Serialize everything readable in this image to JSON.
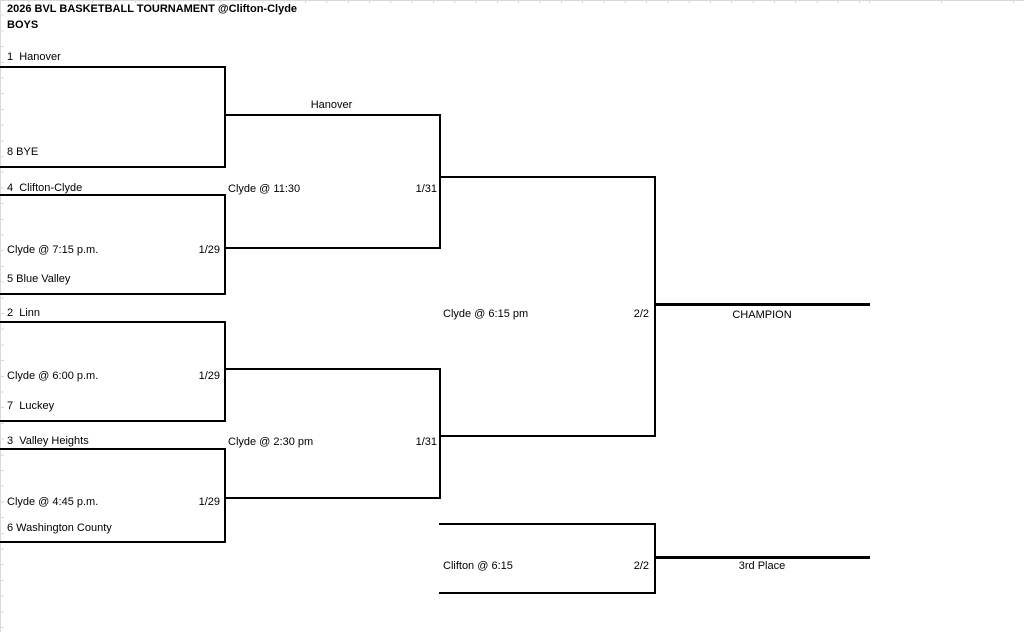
{
  "header": {
    "title": "2026 BVL BASKETBALL TOURNAMENT @Clifton-Clyde",
    "division": "BOYS"
  },
  "colors": {
    "line": "#000000",
    "gridline": "#d9d9d9",
    "background": "#ffffff"
  },
  "bracket": {
    "round1": [
      {
        "top_team": "1  Hanover",
        "bottom_team": "8 BYE"
      },
      {
        "top_team": "4  Clifton-Clyde",
        "bottom_team": "5 Blue Valley",
        "game": "Clyde @ 7:15 p.m.",
        "date": "1/29"
      },
      {
        "top_team": "2  Linn",
        "bottom_team": "7  Luckey",
        "game": "Clyde @ 6:00 p.m.",
        "date": "1/29"
      },
      {
        "top_team": "3  Valley Heights",
        "bottom_team": "6 Washington County",
        "game": "Clyde @ 4:45 p.m.",
        "date": "1/29"
      }
    ],
    "semifinals": [
      {
        "advancer": "Hanover",
        "game": "Clyde @ 11:30",
        "date": "1/31"
      },
      {
        "game": "Clyde @ 2:30 pm",
        "date": "1/31"
      }
    ],
    "championship": {
      "game": "Clyde @ 6:15 pm",
      "date": "2/2",
      "label": "CHAMPION"
    },
    "third_place": {
      "game": "Clifton @ 6:15",
      "date": "2/2",
      "label": "3rd Place"
    }
  }
}
